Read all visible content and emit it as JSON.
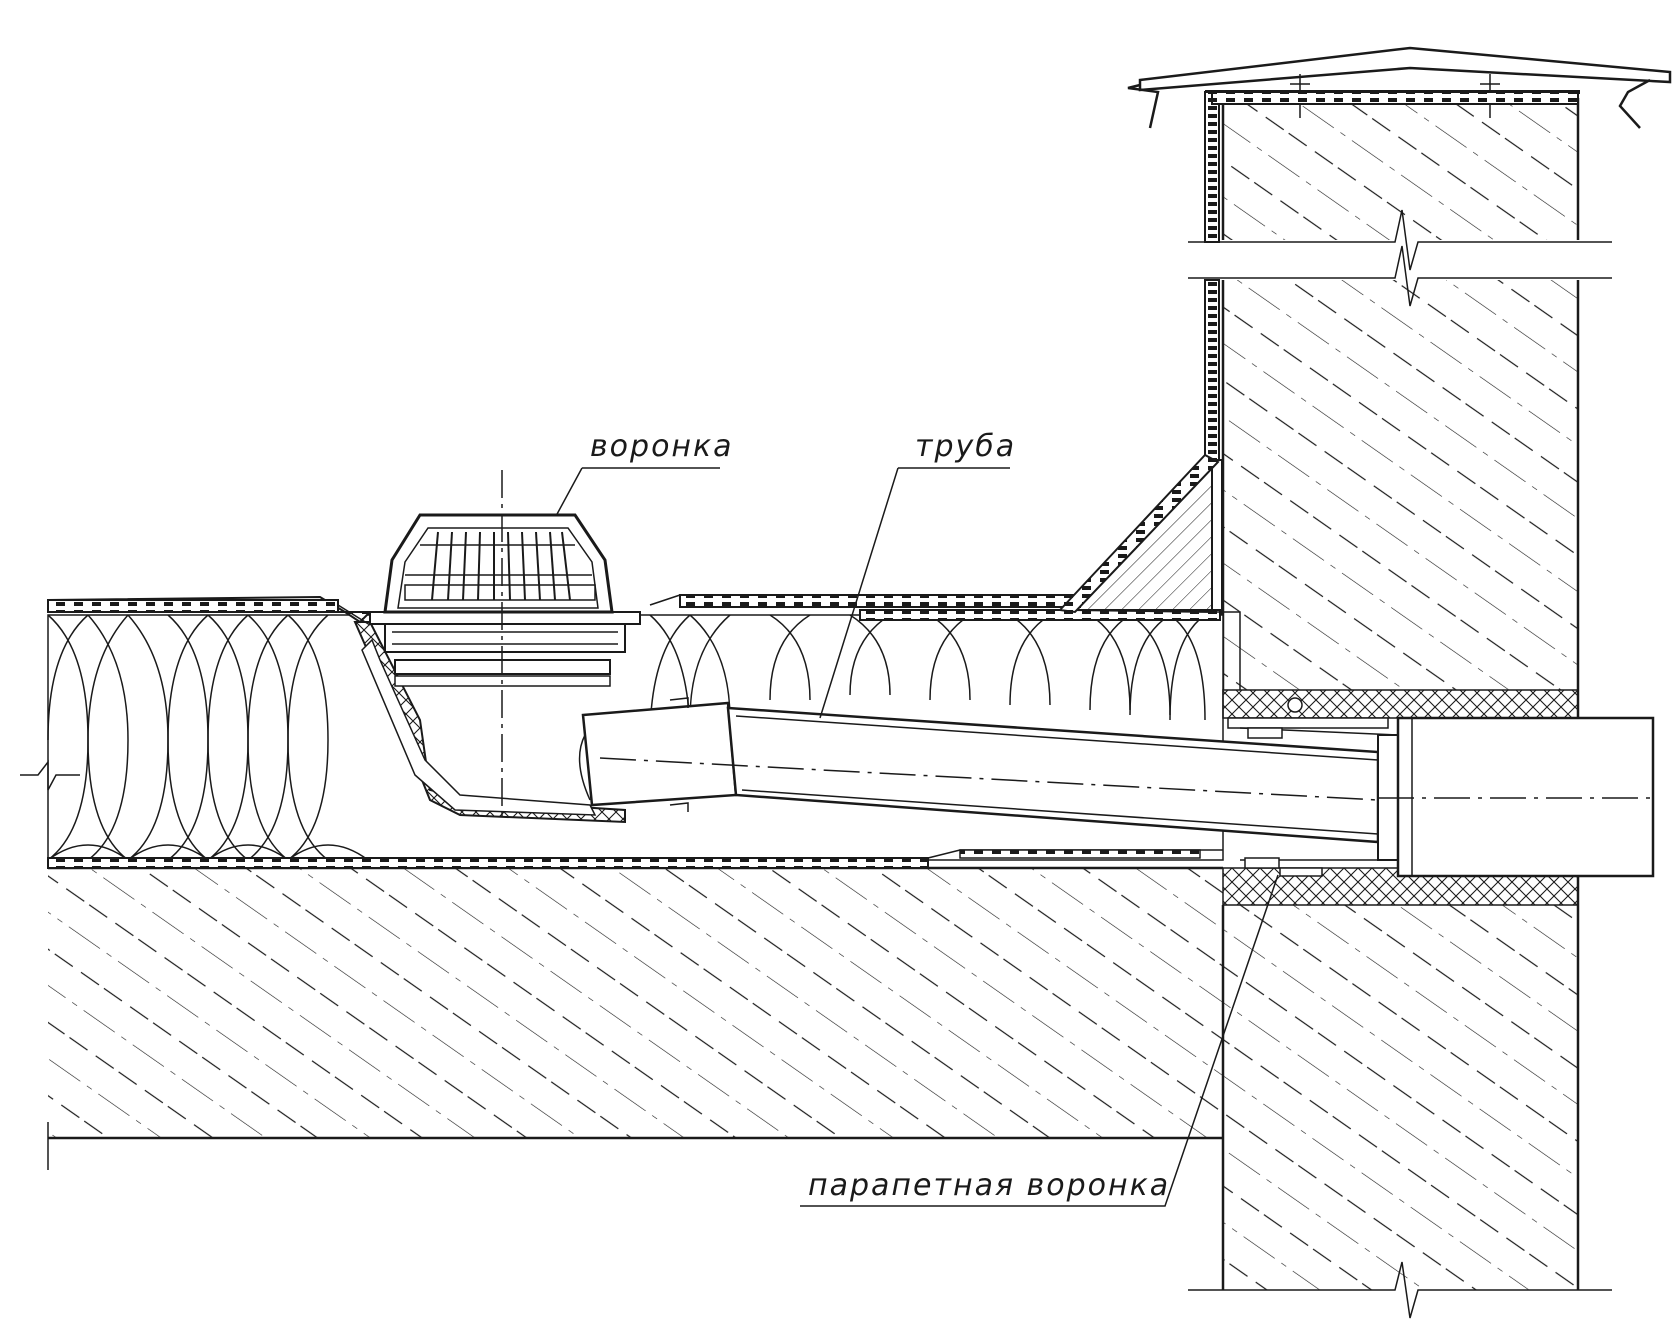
{
  "labels": {
    "funnel": "воронка",
    "pipe": "труба",
    "parapet_funnel": "парапетная воронка"
  },
  "colors": {
    "ink": "#1a1a1a",
    "paper": "#ffffff",
    "hatch": "#1a1a1a"
  }
}
